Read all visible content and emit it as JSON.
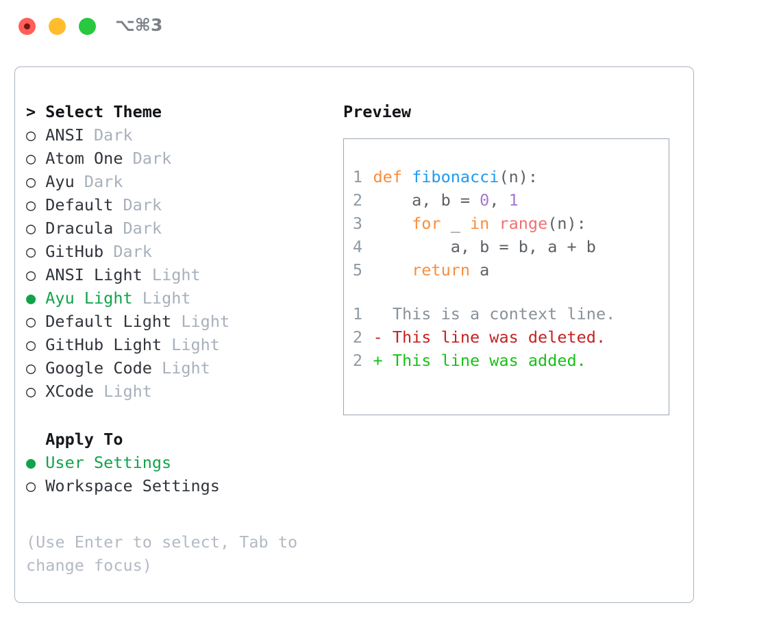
{
  "window": {
    "shortcut": "⌥⌘3",
    "traffic_lights": [
      "close-red",
      "minimize-yellow",
      "maximize-green"
    ]
  },
  "left_panel": {
    "theme_section": {
      "prefix": "> ",
      "title": "Select Theme",
      "focused": true,
      "items": [
        {
          "marker": "○ ",
          "name": "ANSI",
          "kind": "Dark",
          "selected": false
        },
        {
          "marker": "○ ",
          "name": "Atom One",
          "kind": "Dark",
          "selected": false
        },
        {
          "marker": "○ ",
          "name": "Ayu",
          "kind": "Dark",
          "selected": false
        },
        {
          "marker": "○ ",
          "name": "Default",
          "kind": "Dark",
          "selected": false
        },
        {
          "marker": "○ ",
          "name": "Dracula",
          "kind": "Dark",
          "selected": false
        },
        {
          "marker": "○ ",
          "name": "GitHub",
          "kind": "Dark",
          "selected": false
        },
        {
          "marker": "○ ",
          "name": "ANSI Light",
          "kind": "Light",
          "selected": false
        },
        {
          "marker": "● ",
          "name": "Ayu Light",
          "kind": "Light",
          "selected": true
        },
        {
          "marker": "○ ",
          "name": "Default Light",
          "kind": "Light",
          "selected": false
        },
        {
          "marker": "○ ",
          "name": "GitHub Light",
          "kind": "Light",
          "selected": false
        },
        {
          "marker": "○ ",
          "name": "Google Code",
          "kind": "Light",
          "selected": false
        },
        {
          "marker": "○ ",
          "name": "XCode",
          "kind": "Light",
          "selected": false
        }
      ]
    },
    "apply_section": {
      "prefix": "  ",
      "title": "Apply To",
      "focused": false,
      "items": [
        {
          "marker": "● ",
          "name": "User Settings",
          "selected": true
        },
        {
          "marker": "○ ",
          "name": "Workspace Settings",
          "selected": false
        }
      ]
    },
    "hint": "(Use Enter to select, Tab to change focus)"
  },
  "right_panel": {
    "label": "Preview",
    "code_lines": [
      {
        "lineno": "1",
        "tokens": [
          {
            "text": "def ",
            "type": "kw"
          },
          {
            "text": "fibonacci",
            "type": "fn"
          },
          {
            "text": "(n):",
            "type": "punct"
          }
        ]
      },
      {
        "lineno": "2",
        "tokens": [
          {
            "text": "    a, b = ",
            "type": "plain"
          },
          {
            "text": "0",
            "type": "num"
          },
          {
            "text": ", ",
            "type": "plain"
          },
          {
            "text": "1",
            "type": "num"
          }
        ]
      },
      {
        "lineno": "3",
        "tokens": [
          {
            "text": "    ",
            "type": "plain"
          },
          {
            "text": "for",
            "type": "kw"
          },
          {
            "text": " _ ",
            "type": "plain"
          },
          {
            "text": "in",
            "type": "kw"
          },
          {
            "text": " ",
            "type": "plain"
          },
          {
            "text": "range",
            "type": "builtin"
          },
          {
            "text": "(n):",
            "type": "punct"
          }
        ]
      },
      {
        "lineno": "4",
        "tokens": [
          {
            "text": "        a, b = b, a + b",
            "type": "plain"
          }
        ]
      },
      {
        "lineno": "5",
        "tokens": [
          {
            "text": "    ",
            "type": "plain"
          },
          {
            "text": "return",
            "type": "kw"
          },
          {
            "text": " a",
            "type": "plain"
          }
        ]
      }
    ],
    "diff_lines": [
      {
        "lineno": "1",
        "sign": "  ",
        "text": "This is a context line.",
        "type": "context"
      },
      {
        "lineno": "2",
        "sign": "- ",
        "text": "This line was deleted.",
        "type": "deleted"
      },
      {
        "lineno": "2",
        "sign": "+ ",
        "text": "This line was added.",
        "type": "added"
      }
    ]
  },
  "colors": {
    "selected_green": "#12a34a",
    "dim_gray": "#a7b0bb",
    "keyword_orange": "#fa8d3e",
    "function_blue": "#1e9bf0",
    "number_purple": "#a37acc",
    "builtin_red": "#f07171",
    "plain_gray": "#5c6166",
    "lineno_gray": "#8f99a3",
    "diff_deleted": "#c62121",
    "diff_added": "#17c017",
    "panel_border": "#aab4c0",
    "preview_border": "#9aa5b1"
  }
}
